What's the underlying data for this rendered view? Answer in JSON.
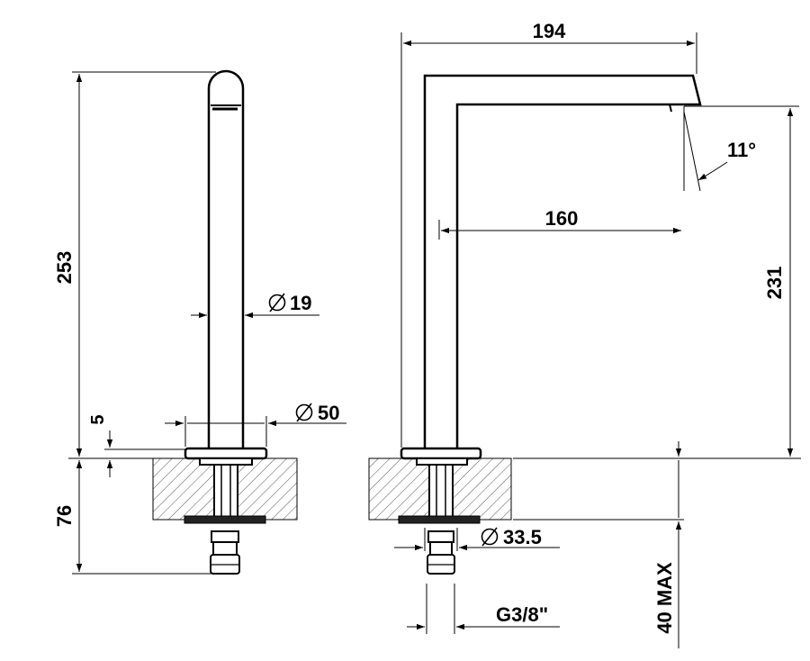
{
  "dimensions": {
    "total_height": "253",
    "spout_diameter": "19",
    "base_diameter": "50",
    "base_height": "5",
    "counter_thickness": "76",
    "spout_reach_total": "194",
    "spout_reach": "160",
    "spout_angle": "11°",
    "outlet_height": "231",
    "connector_diameter": "33.5",
    "thread": "G3/8\"",
    "max_thickness": "40 MAX"
  },
  "colors": {
    "line": "#000000",
    "background": "#ffffff"
  }
}
